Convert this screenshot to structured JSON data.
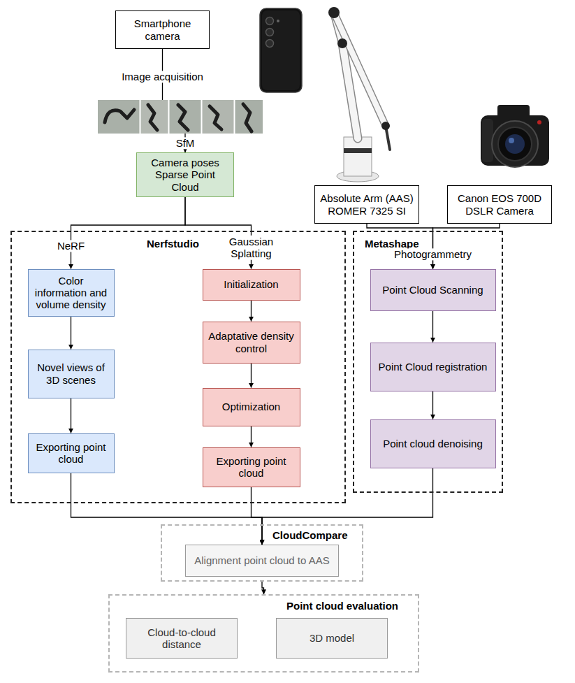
{
  "diagram": {
    "nodes": [
      {
        "text": [
          "Smartphone camera"
        ]
      },
      {
        "text": [
          "Camera poses Sparse Point Cloud"
        ]
      },
      {
        "text": [
          "Absolute Arm (AAS) ROMER 7325 SI"
        ]
      },
      {
        "text": [
          "Canon EOS 700D DSLR Camera"
        ]
      },
      {
        "text": [
          "Nerfstudio"
        ]
      },
      {
        "text": [
          "Color information and volume density"
        ],
        "in": 4
      },
      {
        "text": [
          "Novel views of 3D scenes"
        ],
        "in": 4
      },
      {
        "text": [
          "Exporting point cloud"
        ],
        "in": 4
      },
      {
        "text": [
          "Initialization"
        ],
        "in": 4
      },
      {
        "text": [
          "Adaptative density control"
        ],
        "in": 4
      },
      {
        "text": [
          "Optimization"
        ],
        "in": 4
      },
      {
        "text": [
          "Exporting point cloud"
        ],
        "in": 4
      },
      {
        "text": [
          "Metashape"
        ]
      },
      {
        "text": [
          "Point Cloud Scanning"
        ],
        "in": 12
      },
      {
        "text": [
          "Point Cloud registration"
        ],
        "in": 12
      },
      {
        "text": [
          "Point cloud denoising"
        ],
        "in": 12
      },
      {
        "text": [
          "CloudCompare"
        ]
      },
      {
        "text": [
          "Alignment point cloud to AAS"
        ],
        "in": 16
      },
      {
        "text": [
          "Point cloud evaluation"
        ]
      },
      {
        "text": [
          "Cloud-to-cloud distance"
        ],
        "in": 18
      },
      {
        "text": [
          "3D model"
        ],
        "in": 18
      }
    ],
    "edges": [
      {
        "from": 0,
        "to": 1,
        "label": "Image acquisition",
        "arrow": "to"
      },
      {
        "from": 1,
        "to": 5,
        "label": "NeRF",
        "arrow": "to"
      },
      {
        "from": 1,
        "to": 8,
        "label": "Gaussian Splatting",
        "arrow": "to"
      },
      {
        "from": 2,
        "to": 13,
        "label": "Photogrammetry",
        "arrow": "to"
      },
      {
        "from": 3,
        "to": 13,
        "arrow": "to"
      },
      {
        "from": 5,
        "to": 6,
        "arrow": "to"
      },
      {
        "from": 6,
        "to": 7,
        "arrow": "to"
      },
      {
        "from": 8,
        "to": 9,
        "arrow": "to"
      },
      {
        "from": 9,
        "to": 10,
        "arrow": "to"
      },
      {
        "from": 10,
        "to": 11,
        "arrow": "to"
      },
      {
        "from": 13,
        "to": 14,
        "arrow": "to"
      },
      {
        "from": 14,
        "to": 15,
        "arrow": "to"
      },
      {
        "from": 7,
        "to": 17,
        "arrow": "to"
      },
      {
        "from": 11,
        "to": 17,
        "arrow": "to"
      },
      {
        "from": 15,
        "to": 17,
        "arrow": "to"
      },
      {
        "from": 16,
        "to": 18,
        "arrow": "to"
      }
    ],
    "labels": [
      "SfM"
    ]
  }
}
